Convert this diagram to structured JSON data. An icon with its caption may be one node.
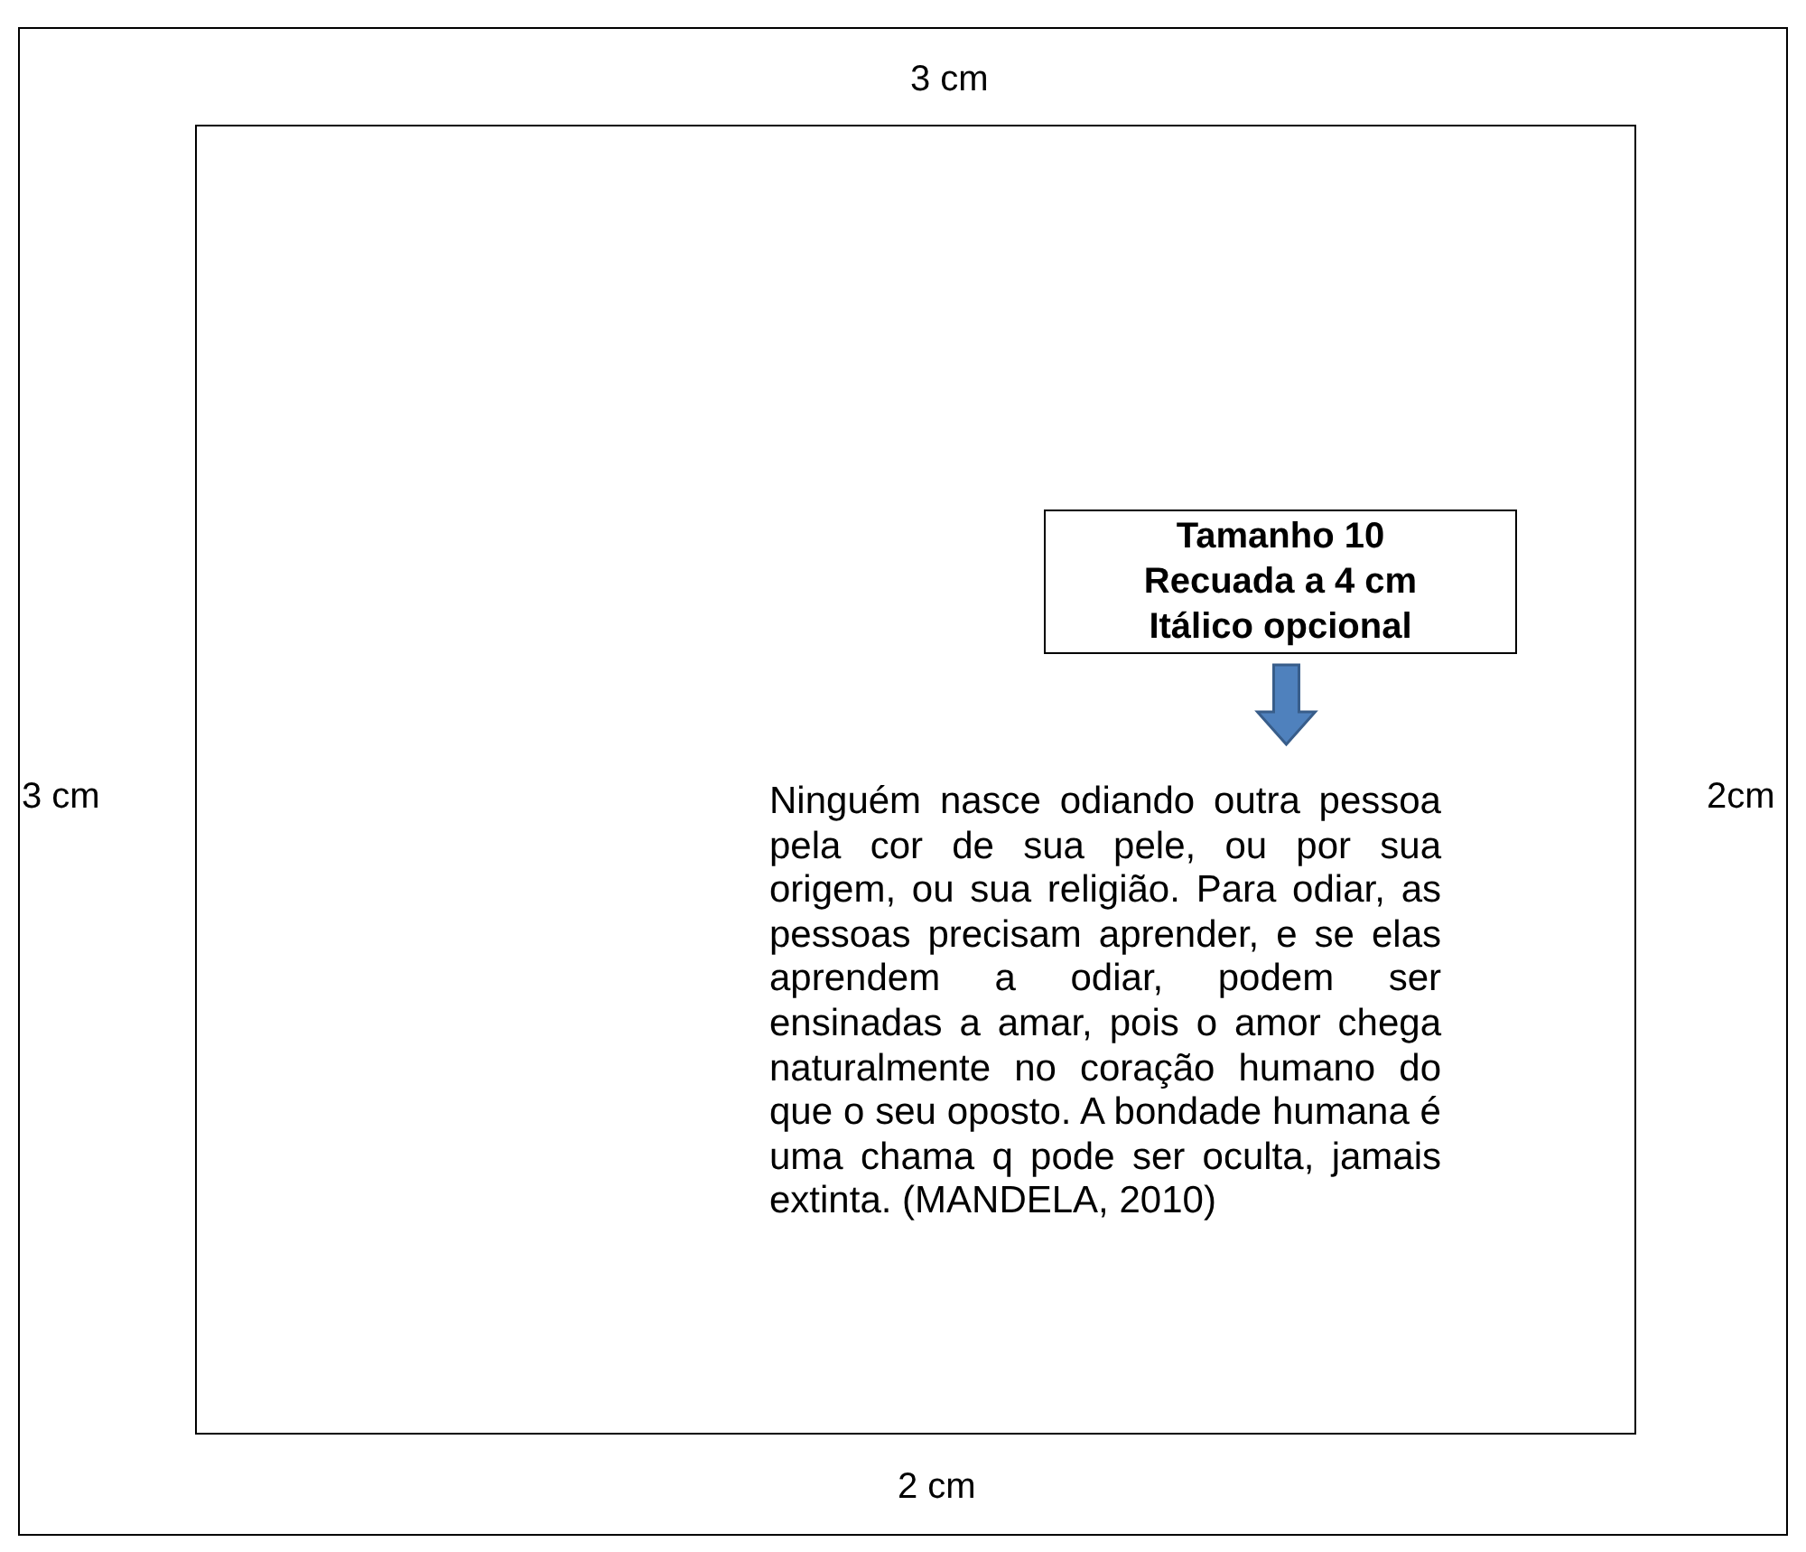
{
  "diagram": {
    "nodes": [
      {
        "text": [],
        "shape": "box"
      },
      {
        "text": [],
        "shape": "box",
        "in": 0
      },
      {
        "text": [
          "Tamanho 10",
          "Recuada a 4 cm",
          "Itálico opcional"
        ],
        "in": 1
      },
      {
        "text": [
          "Ninguém nasce odiando outra pessoa pela cor de sua pele, ou por sua origem, ou sua religião. Para odiar, as pessoas precisam aprender, e se elas aprendem a odiar, podem ser ensinadas a amar, pois o amor chega naturalmente no coração humano do que o seu oposto. A bondade humana é uma chama q pode ser oculta, jamais extinta. (MANDELA, 2010)"
        ],
        "in": 1
      }
    ],
    "edges": [
      {
        "from": 2,
        "to": 3,
        "arrow": "to",
        "style": "thick",
        "color": "#4f81bd"
      }
    ],
    "labels": [
      "3 cm",
      "3 cm",
      "2cm",
      "2 cm"
    ]
  }
}
